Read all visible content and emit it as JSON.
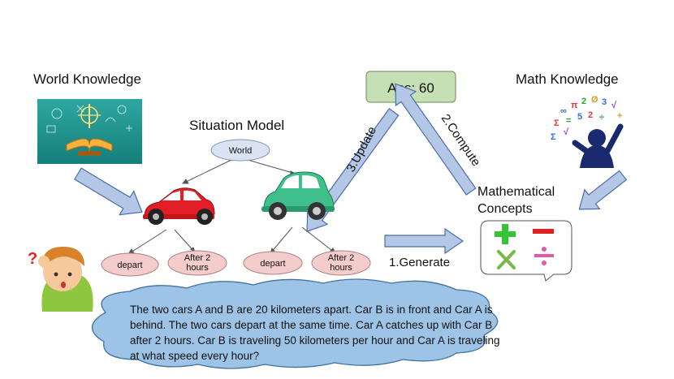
{
  "labels": {
    "world_knowledge": "World Knowledge",
    "math_knowledge": "Math Knowledge",
    "situation_model": "Situation Model",
    "mathematical_concepts_1": "Mathematical",
    "mathematical_concepts_2": "Concepts"
  },
  "answer_box": "Ans: 60",
  "arrows": {
    "update": "3.Update",
    "compute": "2.Compute",
    "generate": "1.Generate"
  },
  "tree": {
    "root": "World",
    "car_a_children": [
      "depart",
      "After 2\nhours"
    ],
    "car_b_children": [
      "depart",
      "After 2\nhours"
    ]
  },
  "problem_text": "The two cars A and B are 20 kilometers apart. Car B is in front and Car A is behind. The two cars depart at the same time. Car A catches up with Car B after 2 hours. Car B is traveling 50 kilometers per hour and Car A is traveling at what speed every hour?",
  "icon_names": [
    "book-idea-icon",
    "math-thinker-icon",
    "red-car-icon",
    "green-car-icon",
    "confused-boy-icon",
    "plus-icon",
    "minus-icon",
    "times-icon",
    "divide-icon"
  ],
  "colors": {
    "arrow_fill": "#b4c7e7",
    "arrow_stroke": "#4a6ea9",
    "answer_fill": "#c5e0b4",
    "answer_stroke": "#7f9f6a",
    "node_fill": "#dae3f3",
    "child_fill": "#f4cccc",
    "cloud_fill": "#9dc3e6",
    "cloud_stroke": "#41719c"
  }
}
